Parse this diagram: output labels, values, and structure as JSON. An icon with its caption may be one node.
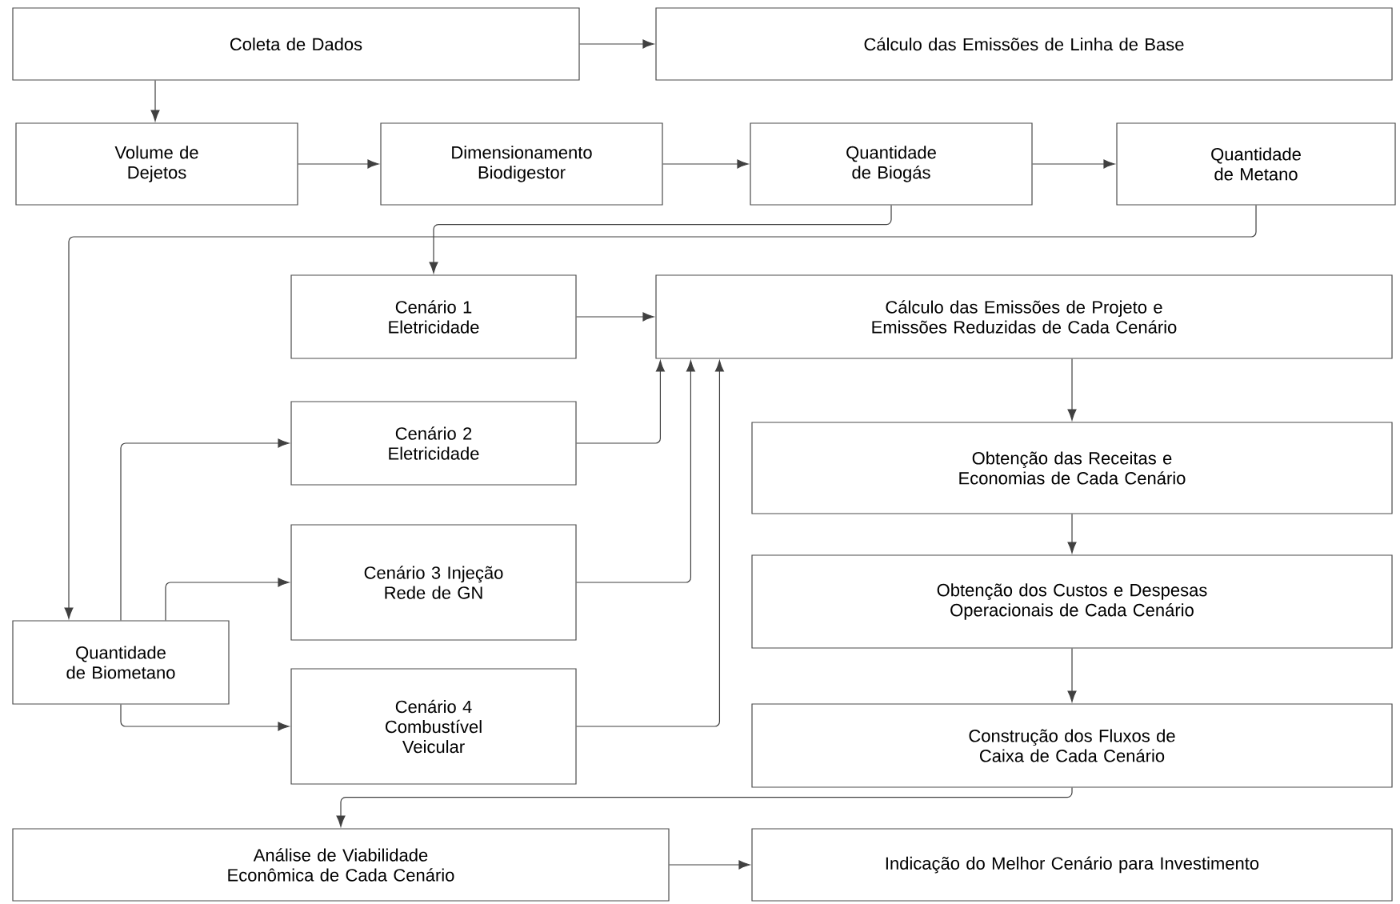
{
  "diagram": {
    "nodes": [
      {
        "text": [
          "Coleta de Dados"
        ]
      },
      {
        "text": [
          "Cálculo das Emissões de Linha de Base"
        ]
      },
      {
        "text": [
          "Volume de Dejetos"
        ]
      },
      {
        "text": [
          "Dimensionamento Biodigestor"
        ]
      },
      {
        "text": [
          "Quantidade de Biogás"
        ]
      },
      {
        "text": [
          "Quantidade de Metano"
        ]
      },
      {
        "text": [
          "Cenário 1 Eletricidade"
        ]
      },
      {
        "text": [
          "Cálculo das Emissões de Projeto e Emissões Reduzidas de Cada Cenário"
        ]
      },
      {
        "text": [
          "Cenário 2 Eletricidade"
        ]
      },
      {
        "text": [
          "Obtenção das Receitas e Economias de Cada Cenário"
        ]
      },
      {
        "text": [
          "Cenário 3 Injeção Rede de GN"
        ]
      },
      {
        "text": [
          "Obtenção dos Custos e Despesas Operacionais de Cada Cenário"
        ]
      },
      {
        "text": [
          "Quantidade de Biometano"
        ]
      },
      {
        "text": [
          "Cenário 4 Combustível Veicular"
        ]
      },
      {
        "text": [
          "Construção dos Fluxos de Caixa de Cada Cenário"
        ]
      },
      {
        "text": [
          "Análise de Viabilidade Econômica de Cada Cenário"
        ]
      },
      {
        "text": [
          "Indicação do Melhor Cenário para Investimento"
        ]
      }
    ],
    "edges": [
      {
        "from": 0,
        "to": 1,
        "arrow": "to"
      },
      {
        "from": 0,
        "to": 2,
        "arrow": "to"
      },
      {
        "from": 2,
        "to": 3,
        "arrow": "to"
      },
      {
        "from": 3,
        "to": 4,
        "arrow": "to"
      },
      {
        "from": 4,
        "to": 5,
        "arrow": "to"
      },
      {
        "from": 4,
        "to": 6,
        "arrow": "to"
      },
      {
        "from": 5,
        "to": 12,
        "arrow": "to"
      },
      {
        "from": 6,
        "to": 7,
        "arrow": "to"
      },
      {
        "from": 8,
        "to": 7,
        "arrow": "to"
      },
      {
        "from": 10,
        "to": 7,
        "arrow": "to"
      },
      {
        "from": 13,
        "to": 7,
        "arrow": "to"
      },
      {
        "from": 12,
        "to": 8,
        "arrow": "to"
      },
      {
        "from": 12,
        "to": 10,
        "arrow": "to"
      },
      {
        "from": 12,
        "to": 13,
        "arrow": "to"
      },
      {
        "from": 7,
        "to": 9,
        "arrow": "to"
      },
      {
        "from": 9,
        "to": 11,
        "arrow": "to"
      },
      {
        "from": 11,
        "to": 14,
        "arrow": "to"
      },
      {
        "from": 14,
        "to": 15,
        "arrow": "to"
      },
      {
        "from": 15,
        "to": 16,
        "arrow": "to"
      }
    ]
  }
}
